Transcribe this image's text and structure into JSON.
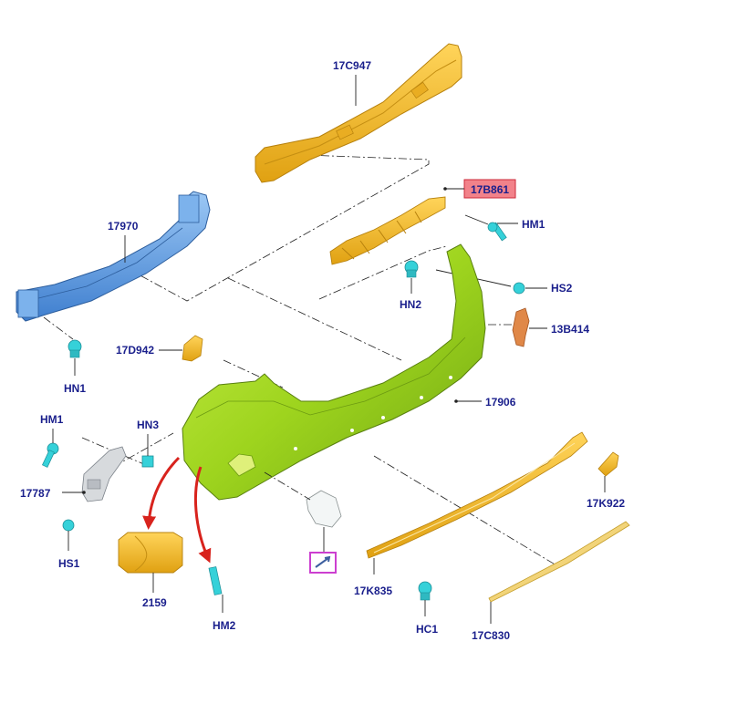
{
  "diagram": {
    "labels": {
      "p17C947": "17C947",
      "p17B861": "17B861",
      "p17970": "17970",
      "pHM1_top": "HM1",
      "pHS2": "HS2",
      "pHN2": "HN2",
      "p13B414": "13B414",
      "p17D942": "17D942",
      "pHN1": "HN1",
      "p17906": "17906",
      "pHM1_left": "HM1",
      "pHN3": "HN3",
      "p17787": "17787",
      "pHS1": "HS1",
      "p2159": "2159",
      "pHM2": "HM2",
      "p17K922": "17K922",
      "p17K835": "17K835",
      "pHC1": "HC1",
      "p17C830": "17C830"
    },
    "colors": {
      "absorber": "#f2b51c",
      "beam": "#5fa0e6",
      "bumper": "#9bd11c",
      "clip": "#35d1d9",
      "bracket_orange": "#e08848",
      "highlight_box": "#f2828a",
      "highlight_border": "#cc2a3a",
      "arrow_red": "#d8231d",
      "tow_box": "#cc3fd0",
      "label": "#1a1f8c"
    }
  }
}
